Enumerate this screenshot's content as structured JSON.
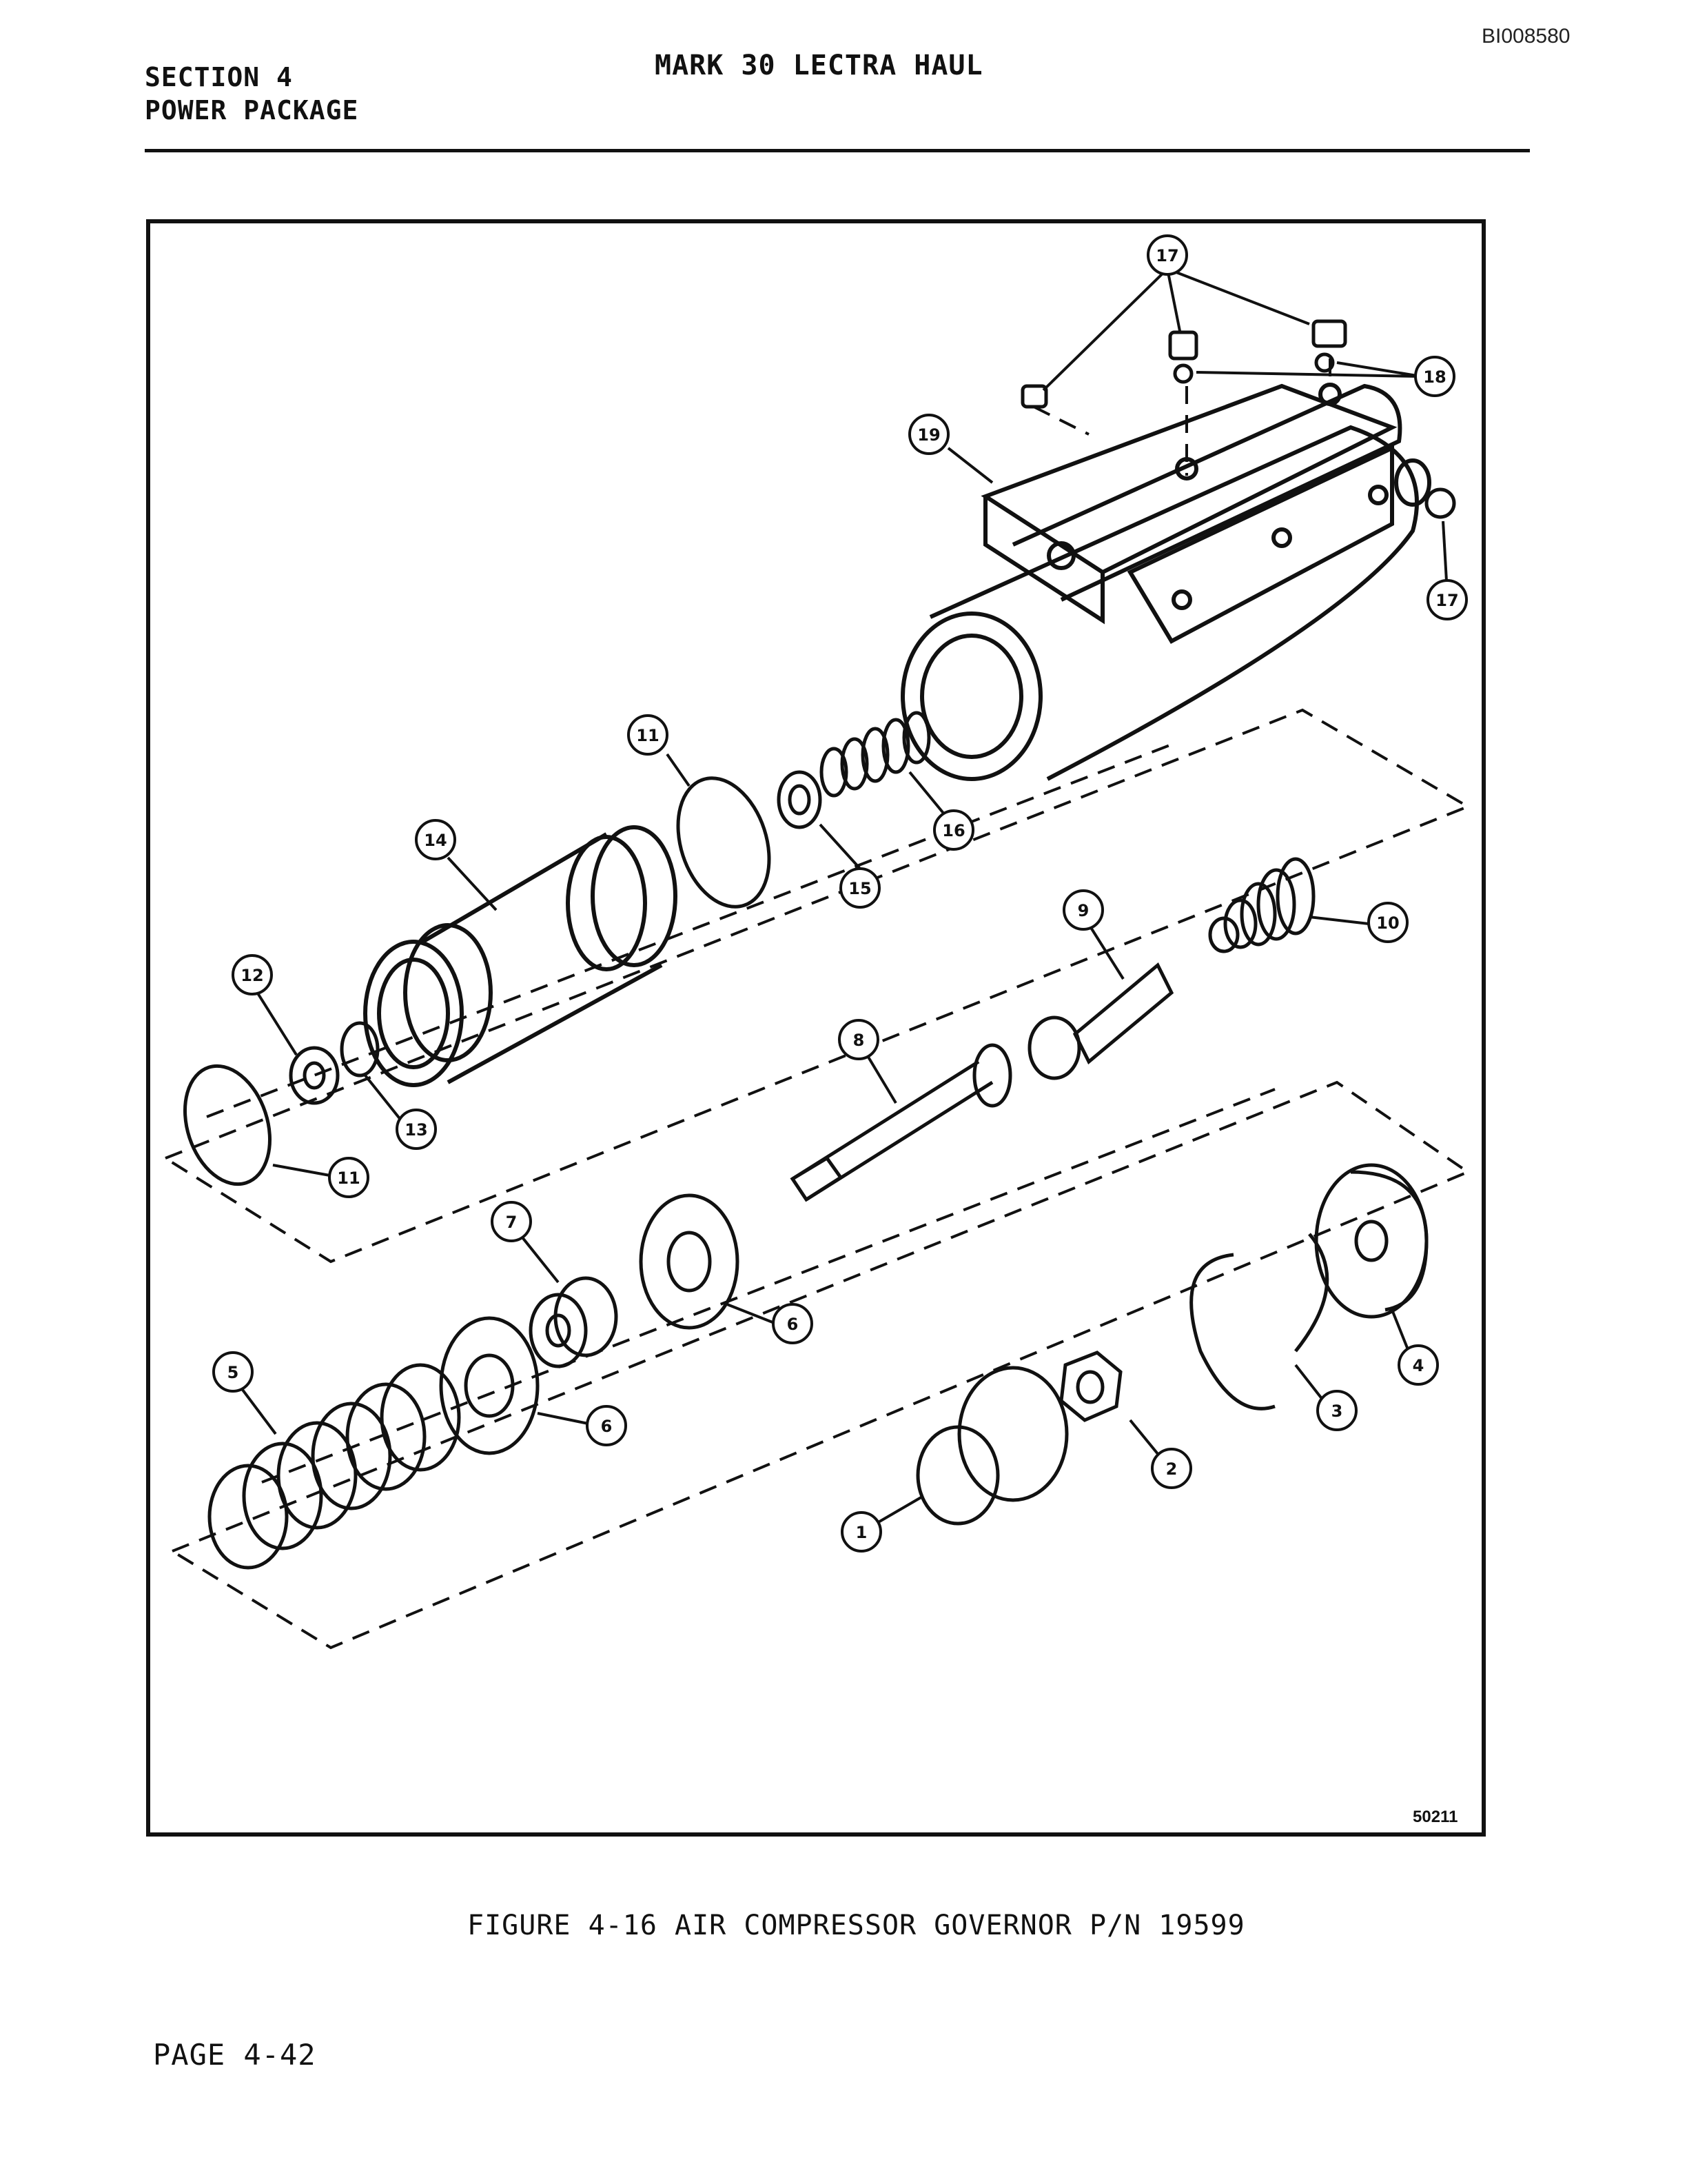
{
  "document": {
    "doc_id": "BI008580",
    "section_line1": "SECTION 4",
    "section_line2": "POWER PACKAGE",
    "title": "MARK 30 LECTRA HAUL",
    "drawing_number": "50211",
    "figure_caption": "FIGURE 4-16  AIR COMPRESSOR GOVERNOR P/N 19599",
    "page_number": "PAGE 4-42"
  },
  "callouts": {
    "c1": "1",
    "c2": "2",
    "c3": "3",
    "c4": "4",
    "c5": "5",
    "c6a": "6",
    "c6b": "6",
    "c7": "7",
    "c8": "8",
    "c9": "9",
    "c10": "10",
    "c11a": "11",
    "c11b": "11",
    "c12": "12",
    "c13": "13",
    "c14": "14",
    "c15": "15",
    "c16": "16",
    "c17a": "17",
    "c17b": "17",
    "c18": "18",
    "c19": "19"
  }
}
